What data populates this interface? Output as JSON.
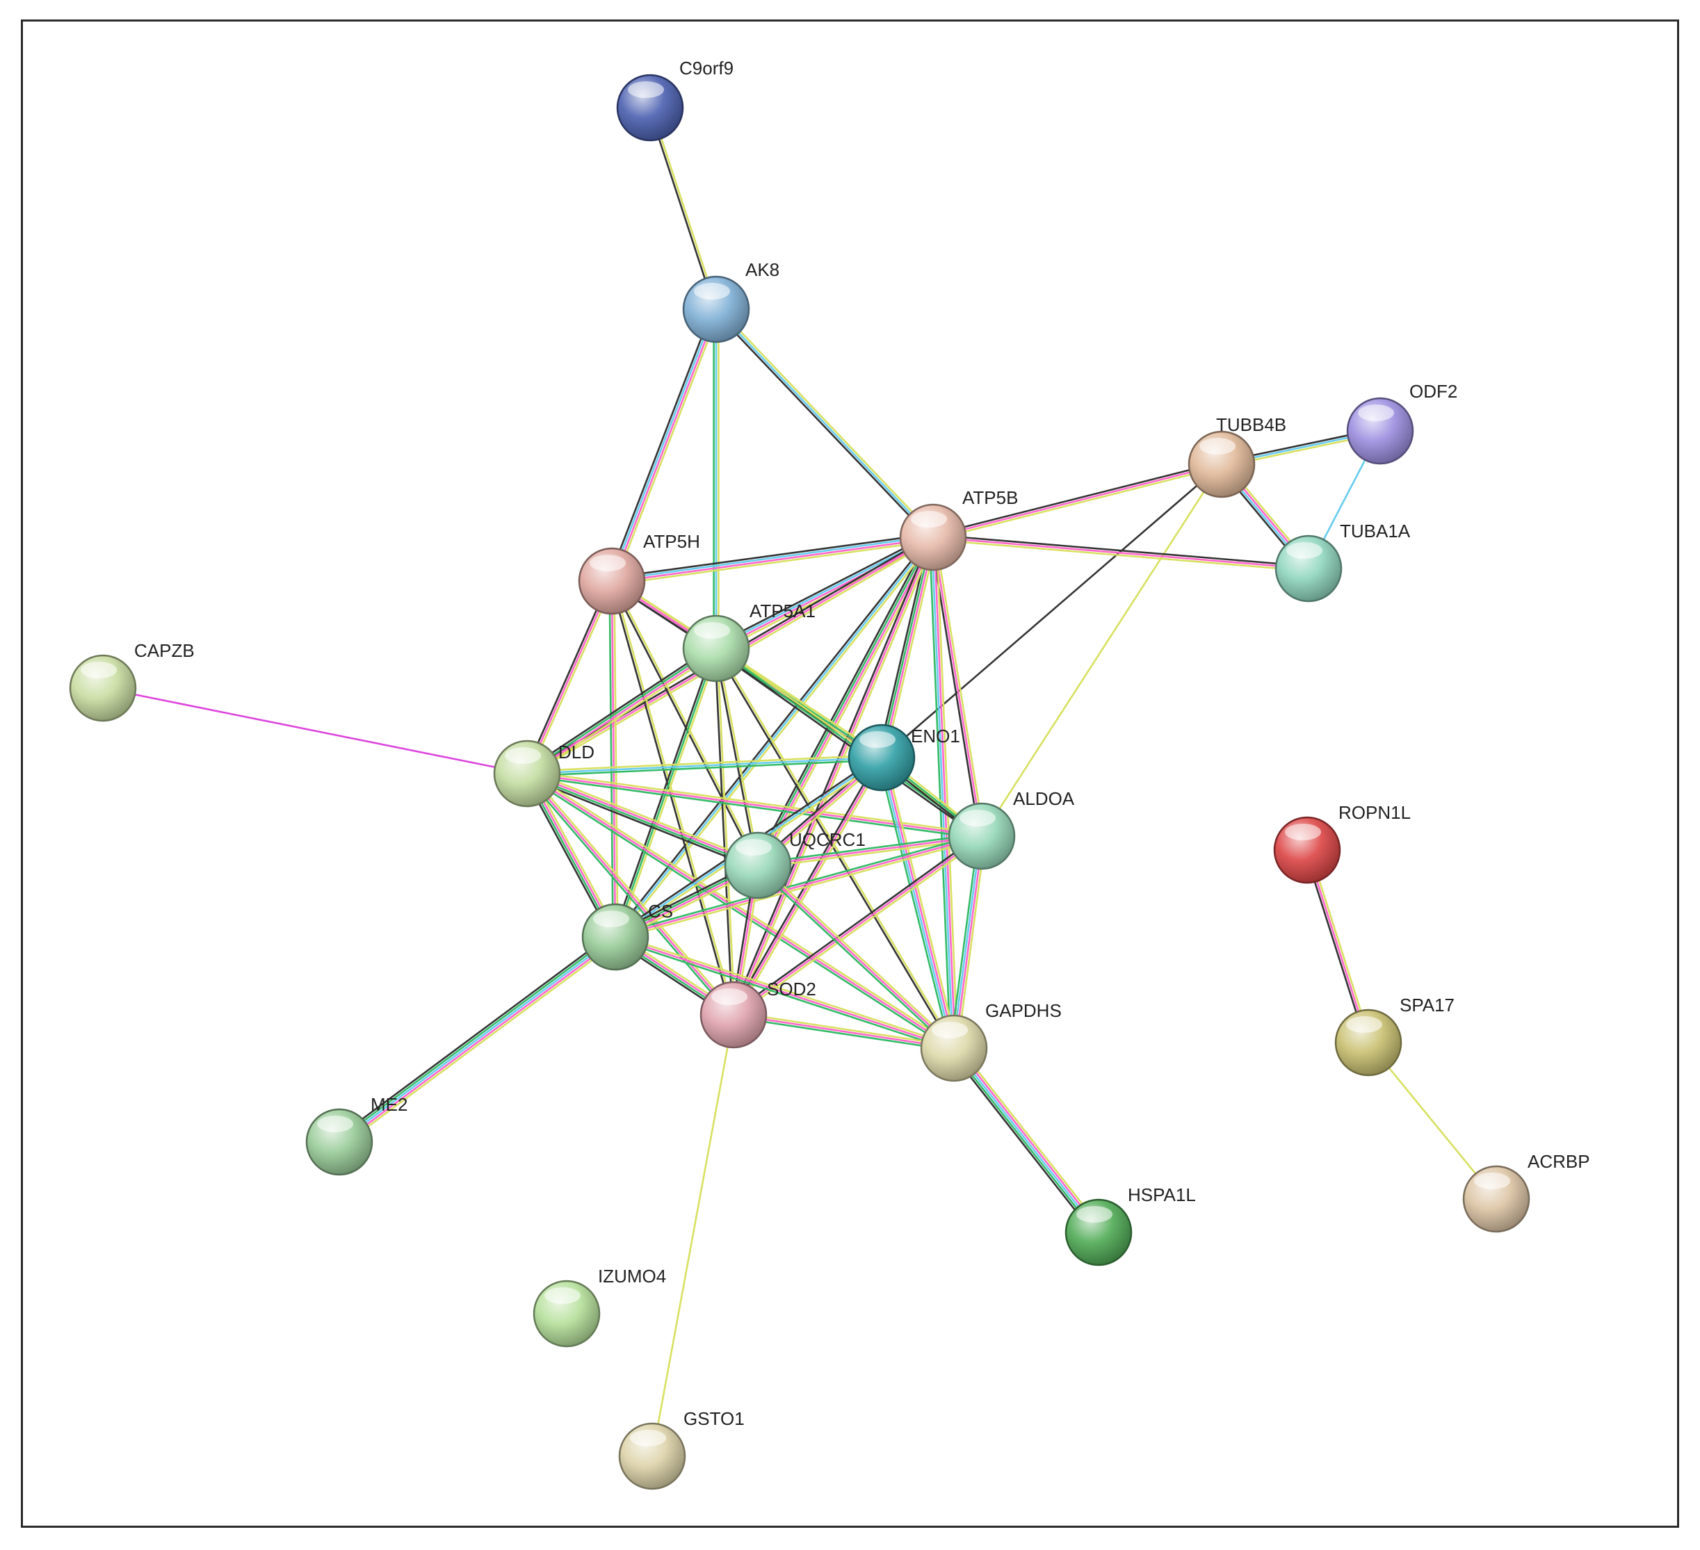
{
  "nodes": [
    {
      "id": "C9orf9",
      "label": "C9orf9",
      "color": "#4a5fb0"
    },
    {
      "id": "AK8",
      "label": "AK8",
      "color": "#7fb0d6"
    },
    {
      "id": "ODF2",
      "label": "ODF2",
      "color": "#9c8ee0"
    },
    {
      "id": "TUBB4B",
      "label": "TUBB4B",
      "color": "#e0b898"
    },
    {
      "id": "ATP5B",
      "label": "ATP5B",
      "color": "#e6b9a8"
    },
    {
      "id": "TUBA1A",
      "label": "TUBA1A",
      "color": "#8fd6bf"
    },
    {
      "id": "ATP5H",
      "label": "ATP5H",
      "color": "#e0a79f"
    },
    {
      "id": "ATP5A1",
      "label": "ATP5A1",
      "color": "#a9dca9"
    },
    {
      "id": "CAPZB",
      "label": "CAPZB",
      "color": "#c8dca0"
    },
    {
      "id": "DLD",
      "label": "DLD",
      "color": "#c3dca0"
    },
    {
      "id": "ENO1",
      "label": "ENO1",
      "color": "#2f9fa5"
    },
    {
      "id": "ALDOA",
      "label": "ALDOA",
      "color": "#95d8b8"
    },
    {
      "id": "UQCRC1",
      "label": "UQCRC1",
      "color": "#98d8b8"
    },
    {
      "id": "CS",
      "label": "CS",
      "color": "#99cc99"
    },
    {
      "id": "SOD2",
      "label": "SOD2",
      "color": "#e0a3ad"
    },
    {
      "id": "GAPDHS",
      "label": "GAPDHS",
      "color": "#ddd8a8"
    },
    {
      "id": "ROPN1L",
      "label": "ROPN1L",
      "color": "#dd4444"
    },
    {
      "id": "SPA17",
      "label": "SPA17",
      "color": "#c8c070"
    },
    {
      "id": "ME2",
      "label": "ME2",
      "color": "#99cc99"
    },
    {
      "id": "HSPA1L",
      "label": "HSPA1L",
      "color": "#4faa55"
    },
    {
      "id": "ACRBP",
      "label": "ACRBP",
      "color": "#dcc4a4"
    },
    {
      "id": "IZUMO4",
      "label": "IZUMO4",
      "color": "#b5e09a"
    },
    {
      "id": "GSTO1",
      "label": "GSTO1",
      "color": "#dcd3a8"
    }
  ],
  "edges": [
    {
      "source": "C9orf9",
      "target": "AK8",
      "colors": [
        "#d8e060",
        "#333333"
      ]
    },
    {
      "source": "AK8",
      "target": "ATP5H",
      "colors": [
        "#d8e060",
        "#ff66cc",
        "#66ccee",
        "#333333"
      ]
    },
    {
      "source": "AK8",
      "target": "ATP5A1",
      "colors": [
        "#d8e060",
        "#66ccee",
        "#33bb66"
      ]
    },
    {
      "source": "AK8",
      "target": "ATP5B",
      "colors": [
        "#d8e060",
        "#66ccee",
        "#333333"
      ]
    },
    {
      "source": "ODF2",
      "target": "TUBB4B",
      "colors": [
        "#d8e060",
        "#66ccee",
        "#333333"
      ]
    },
    {
      "source": "ODF2",
      "target": "TUBA1A",
      "colors": [
        "#66ccee"
      ]
    },
    {
      "source": "TUBB4B",
      "target": "TUBA1A",
      "colors": [
        "#d8e060",
        "#ff66cc",
        "#66ccee",
        "#333333"
      ]
    },
    {
      "source": "TUBB4B",
      "target": "ATP5B",
      "colors": [
        "#d8e060",
        "#ff66cc",
        "#333333"
      ]
    },
    {
      "source": "TUBB4B",
      "target": "ENO1",
      "colors": [
        "#333333"
      ]
    },
    {
      "source": "TUBB4B",
      "target": "ALDOA",
      "colors": [
        "#d8e060"
      ]
    },
    {
      "source": "TUBA1A",
      "target": "ATP5B",
      "colors": [
        "#d8e060",
        "#ff66cc",
        "#333333"
      ]
    },
    {
      "source": "ATP5B",
      "target": "ATP5H",
      "colors": [
        "#d8e060",
        "#ff66cc",
        "#66ccee",
        "#333333"
      ]
    },
    {
      "source": "ATP5B",
      "target": "ATP5A1",
      "colors": [
        "#d8e060",
        "#ff66cc",
        "#66ccee",
        "#333333"
      ]
    },
    {
      "source": "ATP5B",
      "target": "DLD",
      "colors": [
        "#d8e060",
        "#ff66cc",
        "#333333"
      ]
    },
    {
      "source": "ATP5B",
      "target": "ENO1",
      "colors": [
        "#d8e060",
        "#ff66cc",
        "#33bb66",
        "#333333"
      ]
    },
    {
      "source": "ATP5B",
      "target": "ALDOA",
      "colors": [
        "#d8e060",
        "#ff66cc",
        "#333333"
      ]
    },
    {
      "source": "ATP5B",
      "target": "UQCRC1",
      "colors": [
        "#d8e060",
        "#ff66cc",
        "#33bb66",
        "#333333"
      ]
    },
    {
      "source": "ATP5B",
      "target": "CS",
      "colors": [
        "#d8e060",
        "#66ccee",
        "#333333"
      ]
    },
    {
      "source": "ATP5B",
      "target": "SOD2",
      "colors": [
        "#d8e060",
        "#ff66cc",
        "#333333"
      ]
    },
    {
      "source": "ATP5B",
      "target": "GAPDHS",
      "colors": [
        "#d8e060",
        "#ff66cc",
        "#66ccee",
        "#33bb66"
      ]
    },
    {
      "source": "ATP5H",
      "target": "ATP5A1",
      "colors": [
        "#d8e060",
        "#ff66cc",
        "#333333"
      ]
    },
    {
      "source": "ATP5H",
      "target": "DLD",
      "colors": [
        "#d8e060",
        "#ff66cc",
        "#333333"
      ]
    },
    {
      "source": "ATP5H",
      "target": "CS",
      "colors": [
        "#d8e060",
        "#ff66cc",
        "#33bb66"
      ]
    },
    {
      "source": "ATP5H",
      "target": "UQCRC1",
      "colors": [
        "#d8e060",
        "#333333"
      ]
    },
    {
      "source": "ATP5H",
      "target": "SOD2",
      "colors": [
        "#d8e060",
        "#333333"
      ]
    },
    {
      "source": "ATP5H",
      "target": "ENO1",
      "colors": [
        "#d8e060",
        "#ff66cc",
        "#333333"
      ]
    },
    {
      "source": "ATP5A1",
      "target": "DLD",
      "colors": [
        "#d8e060",
        "#ff66cc",
        "#33bb66",
        "#333333"
      ]
    },
    {
      "source": "ATP5A1",
      "target": "ENO1",
      "colors": [
        "#d8e060",
        "#33bb66",
        "#333333"
      ]
    },
    {
      "source": "ATP5A1",
      "target": "ALDOA",
      "colors": [
        "#d8e060",
        "#33bb66",
        "#333333"
      ]
    },
    {
      "source": "ATP5A1",
      "target": "UQCRC1",
      "colors": [
        "#d8e060",
        "#333333"
      ]
    },
    {
      "source": "ATP5A1",
      "target": "CS",
      "colors": [
        "#d8e060",
        "#33bb66",
        "#333333"
      ]
    },
    {
      "source": "ATP5A1",
      "target": "SOD2",
      "colors": [
        "#d8e060",
        "#333333"
      ]
    },
    {
      "source": "ATP5A1",
      "target": "GAPDHS",
      "colors": [
        "#d8e060",
        "#333333"
      ]
    },
    {
      "source": "CAPZB",
      "target": "DLD",
      "colors": [
        "#dd44dd"
      ]
    },
    {
      "source": "DLD",
      "target": "ENO1",
      "colors": [
        "#d8e060",
        "#66ccee",
        "#33bb66"
      ]
    },
    {
      "source": "DLD",
      "target": "ALDOA",
      "colors": [
        "#d8e060",
        "#ff66cc",
        "#33bb66"
      ]
    },
    {
      "source": "DLD",
      "target": "UQCRC1",
      "colors": [
        "#d8e060",
        "#ff66cc",
        "#33bb66",
        "#333333"
      ]
    },
    {
      "source": "DLD",
      "target": "CS",
      "colors": [
        "#d8e060",
        "#ff66cc",
        "#33bb66",
        "#333333"
      ]
    },
    {
      "source": "DLD",
      "target": "SOD2",
      "colors": [
        "#d8e060",
        "#ff66cc",
        "#33bb66"
      ]
    },
    {
      "source": "DLD",
      "target": "GAPDHS",
      "colors": [
        "#d8e060",
        "#ff66cc",
        "#33bb66"
      ]
    },
    {
      "source": "ENO1",
      "target": "ALDOA",
      "colors": [
        "#d8e060",
        "#33bb66",
        "#333333"
      ]
    },
    {
      "source": "ENO1",
      "target": "UQCRC1",
      "colors": [
        "#d8e060",
        "#ff66cc",
        "#333333"
      ]
    },
    {
      "source": "ENO1",
      "target": "CS",
      "colors": [
        "#d8e060",
        "#66ccee",
        "#333333"
      ]
    },
    {
      "source": "ENO1",
      "target": "SOD2",
      "colors": [
        "#d8e060",
        "#ff66cc",
        "#333333"
      ]
    },
    {
      "source": "ENO1",
      "target": "GAPDHS",
      "colors": [
        "#d8e060",
        "#ff66cc",
        "#66ccee",
        "#33bb66"
      ]
    },
    {
      "source": "ALDOA",
      "target": "UQCRC1",
      "colors": [
        "#d8e060",
        "#ff66cc",
        "#33bb66"
      ]
    },
    {
      "source": "ALDOA",
      "target": "CS",
      "colors": [
        "#d8e060",
        "#ff66cc",
        "#33bb66"
      ]
    },
    {
      "source": "ALDOA",
      "target": "SOD2",
      "colors": [
        "#d8e060",
        "#ff66cc",
        "#333333"
      ]
    },
    {
      "source": "ALDOA",
      "target": "GAPDHS",
      "colors": [
        "#d8e060",
        "#ff66cc",
        "#66ccee",
        "#33bb66"
      ]
    },
    {
      "source": "UQCRC1",
      "target": "CS",
      "colors": [
        "#d8e060",
        "#ff66cc",
        "#33bb66",
        "#333333"
      ]
    },
    {
      "source": "UQCRC1",
      "target": "SOD2",
      "colors": [
        "#d8e060",
        "#ff66cc",
        "#333333"
      ]
    },
    {
      "source": "UQCRC1",
      "target": "GAPDHS",
      "colors": [
        "#d8e060",
        "#ff66cc",
        "#33bb66"
      ]
    },
    {
      "source": "CS",
      "target": "SOD2",
      "colors": [
        "#d8e060",
        "#ff66cc",
        "#33bb66",
        "#333333"
      ]
    },
    {
      "source": "CS",
      "target": "GAPDHS",
      "colors": [
        "#d8e060",
        "#ff66cc",
        "#33bb66"
      ]
    },
    {
      "source": "CS",
      "target": "ME2",
      "colors": [
        "#d8e060",
        "#ff66cc",
        "#66ccee",
        "#33bb66",
        "#333333"
      ]
    },
    {
      "source": "SOD2",
      "target": "GAPDHS",
      "colors": [
        "#d8e060",
        "#ff66cc",
        "#33bb66"
      ]
    },
    {
      "source": "SOD2",
      "target": "GSTO1",
      "colors": [
        "#d8e060"
      ]
    },
    {
      "source": "GAPDHS",
      "target": "HSPA1L",
      "colors": [
        "#d8e060",
        "#ff66cc",
        "#66ccee",
        "#33bb66",
        "#333333"
      ]
    },
    {
      "source": "ROPN1L",
      "target": "SPA17",
      "colors": [
        "#d8e060",
        "#ff66cc",
        "#333333"
      ]
    },
    {
      "source": "SPA17",
      "target": "ACRBP",
      "colors": [
        "#d8e060"
      ]
    }
  ]
}
